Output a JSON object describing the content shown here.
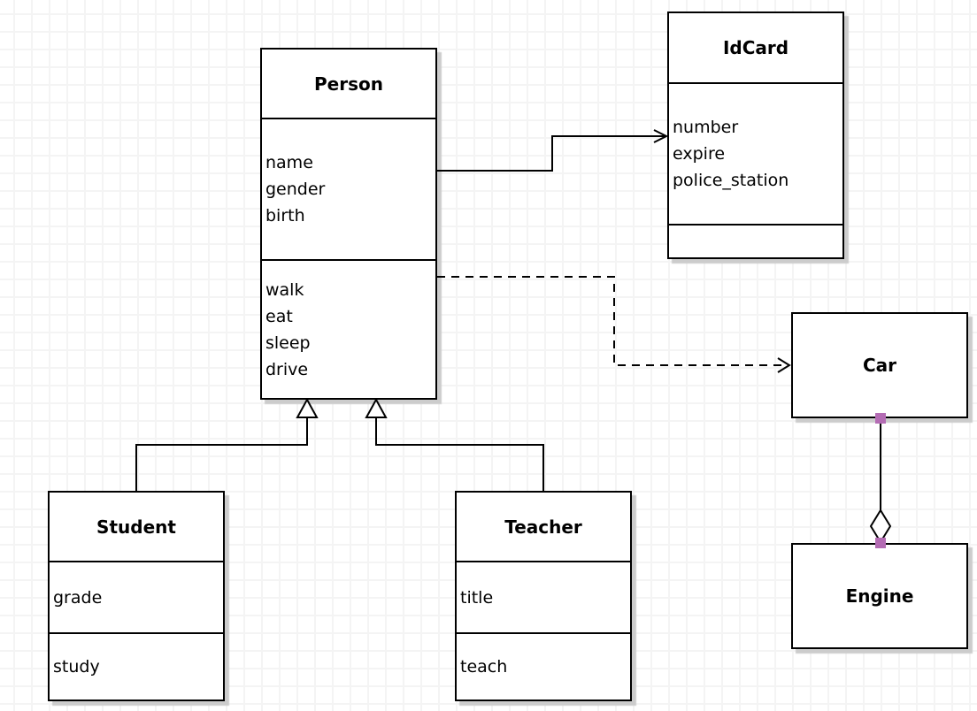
{
  "classes": [
    {
      "name": "Person",
      "attributes": [
        "name",
        "gender",
        "birth"
      ],
      "methods": [
        "walk",
        "eat",
        "sleep",
        "drive"
      ]
    },
    {
      "name": "IdCard",
      "attributes": [
        "number",
        "expire",
        "police_station"
      ],
      "methods": []
    },
    {
      "name": "Car",
      "attributes": [],
      "methods": []
    },
    {
      "name": "Engine",
      "attributes": [],
      "methods": []
    },
    {
      "name": "Student",
      "attributes": [
        "grade"
      ],
      "methods": [
        "study"
      ]
    },
    {
      "name": "Teacher",
      "attributes": [
        "title"
      ],
      "methods": [
        "teach"
      ]
    }
  ],
  "relationships": [
    {
      "from": "Person",
      "to": "IdCard",
      "type": "association",
      "line": "solid",
      "arrow": "open"
    },
    {
      "from": "Person",
      "to": "Car",
      "type": "dependency",
      "line": "dashed",
      "arrow": "open"
    },
    {
      "from": "Student",
      "to": "Person",
      "type": "generalization",
      "line": "solid",
      "arrow": "hollow-triangle"
    },
    {
      "from": "Teacher",
      "to": "Person",
      "type": "generalization",
      "line": "solid",
      "arrow": "hollow-triangle"
    },
    {
      "from": "Car",
      "to": "Engine",
      "type": "aggregation",
      "line": "solid",
      "arrow": "hollow-diamond"
    }
  ],
  "colors": {
    "line": "#000000",
    "box_fill": "#ffffff",
    "box_shadow": "#cccccc",
    "grid_line": "#f4f4f4",
    "background": "#ffffff",
    "connection_point": "#b46cb4"
  }
}
